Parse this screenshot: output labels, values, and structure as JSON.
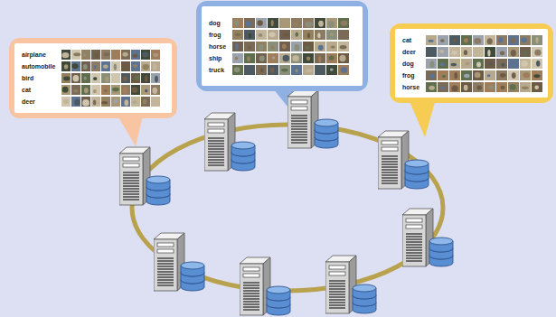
{
  "diagram": {
    "nodes": [
      {
        "text": [
          "airplane",
          "automobile",
          "bird",
          "cat",
          "deer"
        ]
      },
      {
        "text": [
          "dog",
          "frog",
          "horse",
          "ship",
          "truck"
        ]
      },
      {
        "text": [
          "cat",
          "deer",
          "dog",
          "frog",
          "horse"
        ]
      }
    ]
  }
}
